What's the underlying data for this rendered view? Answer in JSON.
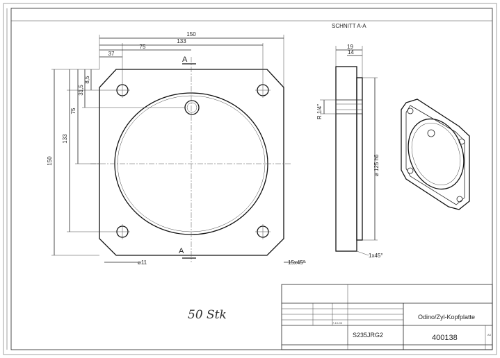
{
  "section_title": "SCHNITT A-A",
  "section_marks": [
    "A",
    "A"
  ],
  "front_view": {
    "dims": {
      "overall_width": "150",
      "hole_spacing": "133",
      "center_to_hole": "75",
      "hole_offset": "37",
      "overall_height": "150",
      "vertical_hole_spacing": "133",
      "vertical_center": "75",
      "small_a": "31,5",
      "small_b": "8,5",
      "hole_dia": "⌀11",
      "chamfer": "15x45°"
    }
  },
  "section_view": {
    "dims": {
      "width_total": "19",
      "width_inner": "14",
      "thread": "R 1/4\"",
      "diameter": "⌀ 125 h6",
      "chamfer": "1x45°"
    }
  },
  "handwritten_note": "50 Stk",
  "title_block": {
    "material": "S235JRG2",
    "title": "Odino/Zyl-Kopfplatte",
    "drawing_number": "400138",
    "date": "7-10-05",
    "sheet_size": "A3"
  }
}
